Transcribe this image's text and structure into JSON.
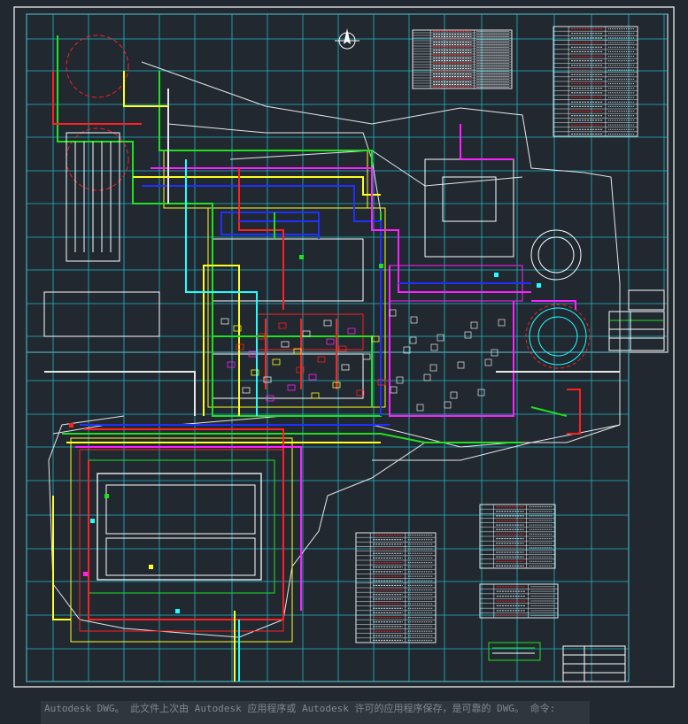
{
  "app": {
    "status_message": "Autodesk DWG。 此文件上次由 Autodesk 应用程序或 Autodesk 许可的应用程序保存，是可靠的 DWG。",
    "status_tail": "命令:"
  },
  "drawing": {
    "background": "#212830",
    "north_arrow_icon": "north-arrow-icon",
    "layer_colors": {
      "grid": "#1fb8c8",
      "frame": "#ffffff",
      "red": "#ff2020",
      "green": "#20e020",
      "yellow": "#ffff20",
      "blue": "#2030ff",
      "magenta": "#ff20ff",
      "cyan": "#20ffff",
      "white": "#e8e8e8"
    },
    "tables": {
      "top_middle": {
        "rows": 22,
        "cols": 3
      },
      "top_right": {
        "rows": 24,
        "cols": 3
      },
      "bottom_middle": {
        "rows": 24,
        "cols": 3
      },
      "bottom_right_upper": {
        "rows": 14,
        "cols": 3
      },
      "bottom_right_lower": {
        "rows": 7,
        "cols": 3
      }
    }
  }
}
